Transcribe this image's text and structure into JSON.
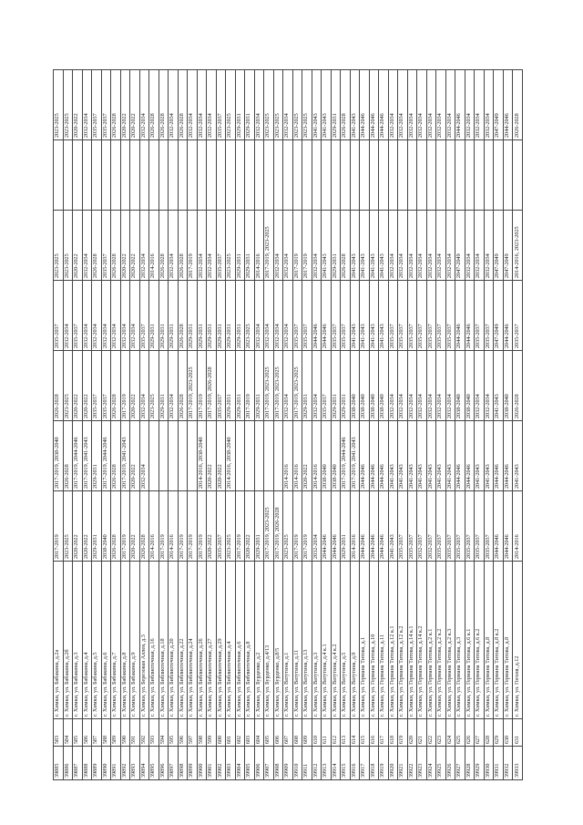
{
  "document": {
    "columns_count": 10,
    "rows": [
      [
        "39885",
        "583",
        "г. Химки, ул. Бабакина, д.2а",
        "2017-2019",
        "2017-2019, 2038-2040",
        "2026-2028",
        "2035-2037",
        "2023-2025",
        "",
        "2023-2025"
      ],
      [
        "39886",
        "584",
        "г. Химки, ул. Бабакина, д.2б",
        "2023-2025",
        "2026-2028",
        "2023-2025",
        "2032-2034",
        "2023-2025",
        "",
        "2023-2025"
      ],
      [
        "39887",
        "585",
        "г. Химки, ул. Бабакина, д.3",
        "2020-2022",
        "2017-2019, 2044-2046",
        "2020-2022",
        "2035-2037",
        "2020-2022",
        "",
        "2020-2022"
      ],
      [
        "39888",
        "586",
        "г. Химки, ул. Бабакина, д.4",
        "2020-2022",
        "2017-2019, 2041-2043",
        "2020-2022",
        "2032-2034",
        "2032-2034",
        "",
        "2032-2034"
      ],
      [
        "39889",
        "587",
        "г. Химки, ул. Бабакина, д.5",
        "2029-2031",
        "2029-2031",
        "2035-2037",
        "2032-2034",
        "2026-2028",
        "",
        "2035-2037"
      ],
      [
        "39890",
        "588",
        "г. Химки, ул. Бабакина, д.6",
        "2038-2040",
        "2017-2019, 2044-2046",
        "2035-2037",
        "2032-2034",
        "2035-2037",
        "",
        "2035-2037"
      ],
      [
        "39891",
        "589",
        "г. Химки, ул. Бабакина, д.7",
        "2026-2028",
        "2026-2028",
        "2026-2028",
        "2032-2034",
        "2026-2028",
        "",
        "2026-2028"
      ],
      [
        "39892",
        "590",
        "г. Химки, ул. Бабакина, д.8",
        "2017-2019",
        "2017-2019, 2041-2043",
        "2017-2019",
        "2032-2034",
        "2020-2022",
        "",
        "2020-2022"
      ],
      [
        "39893",
        "591",
        "г. Химки, ул. Бабакина, д.9",
        "2020-2022",
        "2020-2022",
        "2020-2022",
        "2032-2034",
        "2020-2022",
        "",
        "2020-2022"
      ],
      [
        "39894",
        "592",
        "г. Химки, ул. Березовая Аллея, д.3",
        "2026-2028",
        "2032-2034",
        "2032-2034",
        "2035-2037",
        "2032-2034",
        "",
        "2032-2034"
      ],
      [
        "39895",
        "593",
        "г. Химки, ул. Библиотечная, д.16",
        "2014-2016",
        "",
        "2023-2025",
        "2029-2031",
        "2014-2016",
        "",
        "2026-2028"
      ],
      [
        "39896",
        "594",
        "г. Химки, ул. Библиотечная, д.18",
        "2017-2019",
        "",
        "2029-2031",
        "2029-2031",
        "2026-2028",
        "",
        "2026-2028"
      ],
      [
        "39897",
        "595",
        "г. Химки, ул. Библиотечная, д.20",
        "2014-2016",
        "",
        "2032-2034",
        "2029-2031",
        "2032-2034",
        "",
        "2032-2034"
      ],
      [
        "39898",
        "596",
        "г. Химки, ул. Библиотечная, д.22",
        "2017-2019",
        "",
        "2026-2028",
        "2026-2028",
        "2026-2028",
        "",
        "2026-2028"
      ],
      [
        "39899",
        "597",
        "г. Химки, ул. Библиотечная, д.24",
        "2017-2019",
        "",
        "2017-2019, 2023-2025",
        "2029-2031",
        "2017-2019",
        "",
        "2032-2034"
      ],
      [
        "39900",
        "598",
        "г. Химки, ул. Библиотечная, д.26",
        "2017-2019",
        "2014-2016, 2038-2040",
        "2017-2019",
        "2029-2031",
        "2032-2034",
        "",
        "2032-2034"
      ],
      [
        "39901",
        "599",
        "г. Химки, ул. Библиотечная, д.27",
        "2020-2022",
        "2020-2022",
        "2017-2019, 2026-2028",
        "2029-2031",
        "2032-2034",
        "",
        "2032-2034"
      ],
      [
        "39902",
        "600",
        "г. Химки, ул. Библиотечная, д.29",
        "2035-2037",
        "2020-2022",
        "2035-2037",
        "2029-2031",
        "2035-2037",
        "",
        "2035-2037"
      ],
      [
        "39903",
        "601",
        "г. Химки, ул. Библиотечная, д.4",
        "2023-2025",
        "2014-2016, 2038-2040",
        "2029-2031",
        "2029-2031",
        "2023-2025",
        "",
        "2023-2025"
      ],
      [
        "39904",
        "602",
        "г. Химки, ул. Библиотечная, д.6",
        "2017-2019",
        "",
        "2029-2031",
        "2029-2031",
        "2029-2031",
        "",
        "2029-2031"
      ],
      [
        "39905",
        "603",
        "г. Химки, ул. Библиотечная, д.8",
        "2020-2022",
        "",
        "2017-2019",
        "2023-2025",
        "2029-2031",
        "",
        "2029-2031"
      ],
      [
        "39906",
        "604",
        "г. Химки, ул. Бурденко, д.2",
        "2029-2031",
        "",
        "2029-2031",
        "2032-2034",
        "2014-2016",
        "",
        "2032-2034"
      ],
      [
        "39907",
        "605",
        "г. Химки, ул. Бурденко, д.4/13",
        "2017-2019, 2023-2025",
        "",
        "2017-2019, 2023-2025",
        "2032-2034",
        "2017-2019, 2023-2025",
        "",
        "2023-2025"
      ],
      [
        "39908",
        "606",
        "г. Химки, ул. Бурденко, д.8/5",
        "2017-2019, 2026-2028",
        "",
        "2017-2019, 2023-2025",
        "2032-2034",
        "2032-2034",
        "",
        "2023-2025"
      ],
      [
        "39909",
        "607",
        "г. Химки, ул. Ватутина, д.1",
        "2023-2025",
        "2014-2016",
        "2032-2034",
        "2032-2034",
        "2032-2034",
        "",
        "2032-2034"
      ],
      [
        "39910",
        "608",
        "г. Химки, ул. Ватутина, д.11",
        "2017-2019",
        "2014-2016",
        "2017-2019, 2023-2025",
        "2035-2037",
        "2017-2019",
        "",
        "2023-2025"
      ],
      [
        "39911",
        "609",
        "г. Химки, ул. Ватутина, д.13",
        "2017-2019",
        "2020-2022",
        "2029-2031",
        "2035-2037",
        "2017-2019",
        "",
        "2023-2025"
      ],
      [
        "39912",
        "610",
        "г. Химки, ул. Ватутина, д.3",
        "2032-2034",
        "2014-2016",
        "2032-2034",
        "2044-2046",
        "2032-2034",
        "",
        "2041-2043"
      ],
      [
        "39913",
        "611",
        "г. Химки, ул. Ватутина, д.4 к.1",
        "2044-2046",
        "2038-2040",
        "2035-2037",
        "2044-2046",
        "2041-2043",
        "",
        "2041-2043"
      ],
      [
        "39914",
        "612",
        "г. Химки, ул. Ватутина, д.4 к.2",
        "2044-2046",
        "2038-2040",
        "2029-2031",
        "2035-2037",
        "2029-2031",
        "",
        "2029-2031"
      ],
      [
        "39915",
        "613",
        "г. Химки, ул. Ватутина, д.5",
        "2029-2031",
        "2017-2019, 2044-2046",
        "2029-2031",
        "2035-2037",
        "2026-2028",
        "",
        "2026-2028"
      ],
      [
        "39916",
        "614",
        "г. Химки, ул. Ватутина, д.9",
        "2014-2016",
        "2017-2019, 2041-2043",
        "2038-2040",
        "2041-2043",
        "2041-2043",
        "",
        "2041-2043"
      ],
      [
        "39917",
        "615",
        "г. Химки, ул. Германа Титова, д.1",
        "2044-2046",
        "2044-2046",
        "2038-2040",
        "2041-2043",
        "2041-2043",
        "",
        "2044-2046"
      ],
      [
        "39918",
        "616",
        "г. Химки, ул. Германа Титова, д.10",
        "2044-2046",
        "2044-2046",
        "2038-2040",
        "2041-2043",
        "2041-2043",
        "",
        "2044-2046"
      ],
      [
        "39919",
        "617",
        "г. Химки, ул. Германа Титова, д.11",
        "2044-2046",
        "2044-2046",
        "2038-2040",
        "2041-2043",
        "2041-2043",
        "",
        "2044-2046"
      ],
      [
        "39920",
        "618",
        "г. Химки, ул. Германа Титова, д.12 к.1",
        "2041-2043",
        "2041-2043",
        "2032-2034",
        "2035-2037",
        "2032-2034",
        "",
        "2032-2034"
      ],
      [
        "39921",
        "619",
        "г. Химки, ул. Германа Титова, д.12 к.2",
        "2035-2037",
        "2041-2043",
        "2032-2034",
        "2035-2037",
        "2032-2034",
        "",
        "2032-2034"
      ],
      [
        "39922",
        "620",
        "г. Химки, ул. Германа Титова, д.14 к.1",
        "2035-2037",
        "2041-2043",
        "2032-2034",
        "2035-2037",
        "2032-2034",
        "",
        "2032-2034"
      ],
      [
        "39923",
        "621",
        "г. Химки, ул. Германа Титова, д.14 к.2",
        "2032-2037",
        "2041-2043",
        "2032-2034",
        "2035-2037",
        "2032-2034",
        "",
        "2032-2034"
      ],
      [
        "39924",
        "622",
        "г. Химки, ул. Германа Титова, д.2 к.1",
        "2032-2037",
        "2041-2043",
        "2032-2034",
        "2035-2037",
        "2032-2034",
        "",
        "2032-2034"
      ],
      [
        "39925",
        "623",
        "г. Химки, ул. Германа Титова, д.2 к.2",
        "2035-2037",
        "2041-2043",
        "2032-2034",
        "2035-2037",
        "2032-2034",
        "",
        "2032-2034"
      ],
      [
        "39926",
        "624",
        "г. Химки, ул. Германа Титова, д.2 к.3",
        "2035-2037",
        "2041-2043",
        "2032-2034",
        "2035-2037",
        "2032-2034",
        "",
        "2032-2034"
      ],
      [
        "39927",
        "625",
        "г. Химки, ул. Германа Титова, д.3",
        "2035-2037",
        "2044-2046",
        "2038-2040",
        "2044-2046",
        "2047-2049",
        "",
        "2044-2046"
      ],
      [
        "39928",
        "626",
        "г. Химки, ул. Германа Титова, д.6 к.1",
        "2035-2037",
        "2044-2046",
        "2038-2040",
        "2044-2046",
        "2032-2034",
        "",
        "2032-2034"
      ],
      [
        "39929",
        "627",
        "г. Химки, ул. Германа Титова, д.6 к.2",
        "2035-2037",
        "2041-2043",
        "2032-2034",
        "2035-2037",
        "2032-2034",
        "",
        "2032-2034"
      ],
      [
        "39930",
        "628",
        "г. Химки, ул. Германа Титова, д.8",
        "2035-2037",
        "2041-2043",
        "2032-2034",
        "2035-2037",
        "2032-2034",
        "",
        "2032-2034"
      ],
      [
        "39931",
        "629",
        "г. Химки, ул. Германа Титова, д.8 к.2",
        "2044-2046",
        "2044-2046",
        "2041-2043",
        "2047-2049",
        "2047-2049",
        "",
        "2047-2049"
      ],
      [
        "39932",
        "630",
        "г. Химки, ул. Германа Титова, д.8",
        "2044-2046",
        "2044-2046",
        "2038-2040",
        "2044-2046",
        "2047-2049",
        "",
        "2044-2046"
      ],
      [
        "39933",
        "631",
        "г. Химки, ул. Гоголя, д.12",
        "2014-2016",
        "2041-2043",
        "2026-2028",
        "2035-2037",
        "2014-2016, 2023-2025",
        "",
        "2026-2028"
      ]
    ]
  }
}
